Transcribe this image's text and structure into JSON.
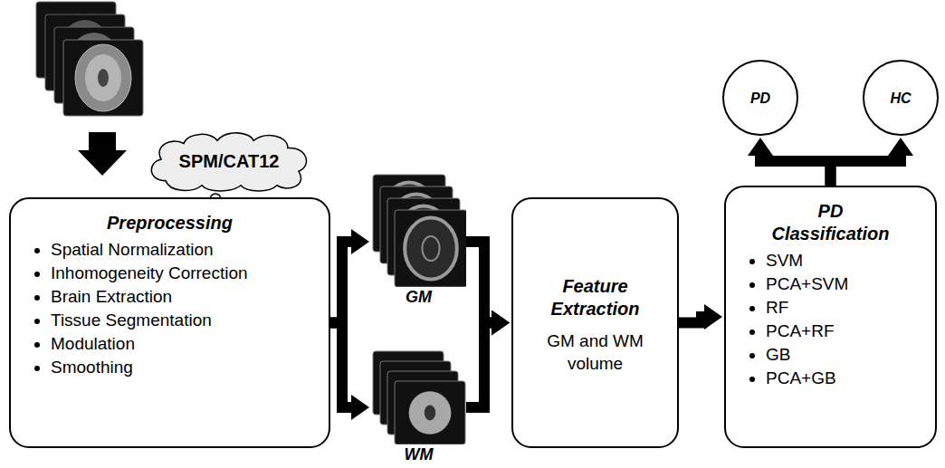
{
  "diagram": {
    "nodes": [
      {
        "text": [
          "SPM/CAT12"
        ]
      },
      {
        "text": [
          "Preprocessing",
          "Spatial Normalization",
          "Inhomogeneity Correction",
          "Brain Extraction",
          "Tissue Segmentation",
          "Modulation",
          "Smoothing"
        ]
      },
      {
        "text": [
          "GM"
        ]
      },
      {
        "text": [
          "WM"
        ]
      },
      {
        "text": [
          "Feature Extraction",
          "GM and WM volume"
        ]
      },
      {
        "text": [
          "PD Classification",
          "SVM",
          "PCA+SVM",
          "RF",
          "PCA+RF",
          "GB",
          "PCA+GB"
        ]
      },
      {
        "text": [
          "PD"
        ]
      },
      {
        "text": [
          "HC"
        ]
      }
    ],
    "edges": [
      {
        "from": 1,
        "to": 2,
        "arrow": "to"
      },
      {
        "from": 1,
        "to": 3,
        "arrow": "to"
      },
      {
        "from": 2,
        "to": 4,
        "arrow": "to"
      },
      {
        "from": 3,
        "to": 4,
        "arrow": "to"
      },
      {
        "from": 4,
        "to": 5,
        "arrow": "to"
      },
      {
        "from": 5,
        "to": 6,
        "arrow": "to"
      },
      {
        "from": 5,
        "to": 7,
        "arrow": "to"
      }
    ]
  }
}
